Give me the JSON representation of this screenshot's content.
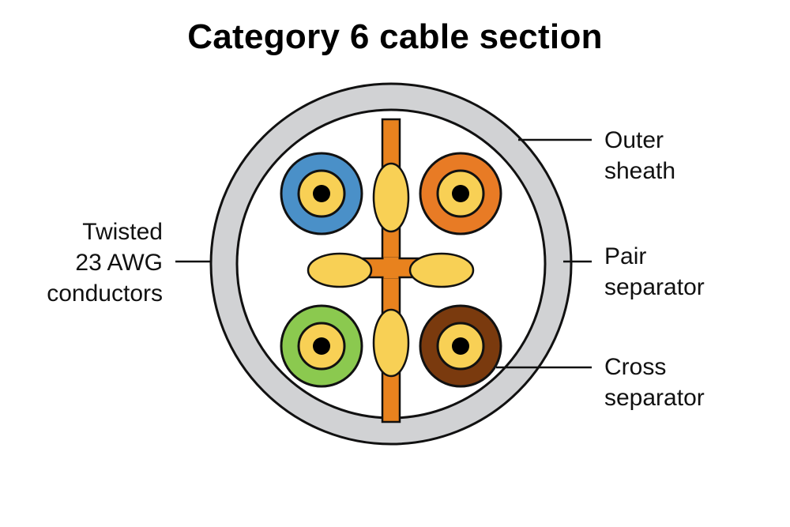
{
  "title": "Category 6 cable section",
  "labels": {
    "twisted_conductors": {
      "lines": [
        "Twisted",
        "23 AWG",
        "conductors"
      ]
    },
    "outer_sheath": {
      "lines": [
        "Outer",
        "sheath"
      ]
    },
    "pair_separator": {
      "lines": [
        "Pair",
        "separator"
      ]
    },
    "cross_separator": {
      "lines": [
        "Cross",
        "separator"
      ]
    }
  },
  "colors": {
    "sheath": "#d1d2d4",
    "separator": "#e8821e",
    "filler": "#f8d055",
    "conductor_core": "#000000",
    "outline": "#111111",
    "pairs": {
      "blue": "#4a90c8",
      "orange": "#e87b25",
      "green": "#8bc94f",
      "brown": "#7a3a0e"
    }
  },
  "pairs": [
    {
      "name": "blue-pair",
      "color_key": "blue"
    },
    {
      "name": "orange-pair",
      "color_key": "orange"
    },
    {
      "name": "green-pair",
      "color_key": "green"
    },
    {
      "name": "brown-pair",
      "color_key": "brown"
    }
  ]
}
